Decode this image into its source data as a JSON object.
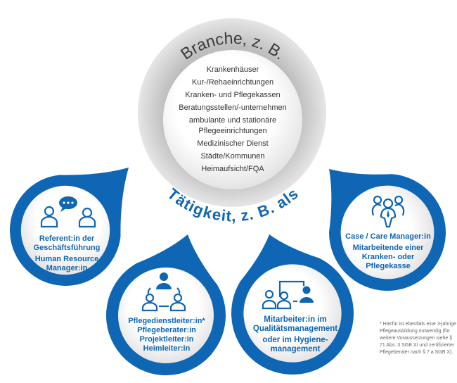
{
  "colors": {
    "blue": "#0f66b4",
    "ring": "#d4d4d4",
    "text_dark": "#333333"
  },
  "center": {
    "top_label": "Branche, z. B.",
    "bottom_label": "Tätigkeit, z. B. als",
    "branchen": [
      "Krankenhäuser",
      "Kur-/Reha­einrichtungen",
      "Kranken- und Pflegekassen",
      "Beratungsstellen/-unternehmen",
      "ambulante und stationäre Pflegeeinrichtungen",
      "Medizinischer Dienst",
      "Städte/Kommunen",
      "Heimaufsicht/FQA"
    ]
  },
  "drops": [
    {
      "icon": "two-people-chat-icon",
      "lines": [
        "Referent:in der Geschäftsführung",
        "Human Resource Manager:in"
      ]
    },
    {
      "icon": "team-cycle-icon",
      "lines": [
        "Pflegedienstleiter:in*",
        "Pflegeberater:in",
        "Projektleiter:in",
        "Heimleiter:in"
      ]
    },
    {
      "icon": "presentation-team-icon",
      "lines": [
        "Mitarbeiter:in im Qualitätsmanagement",
        "oder im Hygiene-management"
      ]
    },
    {
      "icon": "group-manager-icon",
      "lines": [
        "Case / Care Manager:in",
        "Mitarbeitende einer Kranken- oder Pflegekasse"
      ]
    }
  ],
  "footnote": "* Hierfür ist ebenfalls eine 3-jährige Pflegeausbildung notwendig (für weitere Voraussetzungen siehe § 71 Abs. 3 SGB XI und zertifizierter Pflegeberater nach § 7 a SGB X)."
}
